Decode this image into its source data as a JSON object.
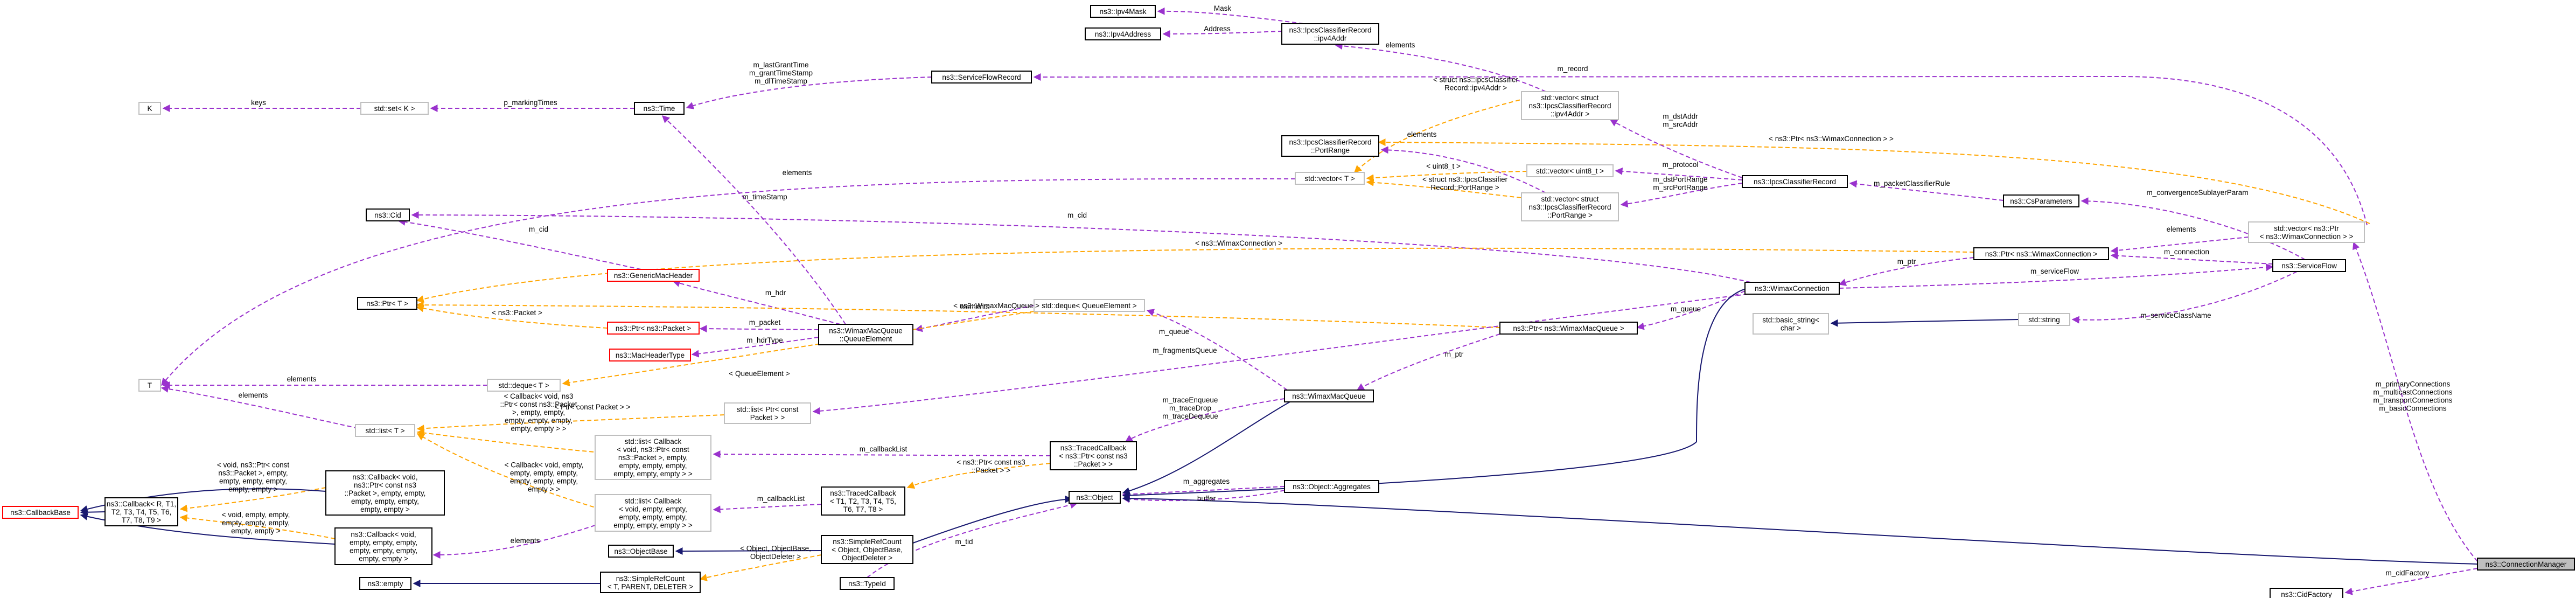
{
  "nodes": {
    "ipv4mask": [
      "ns3::Ipv4Mask"
    ],
    "ipv4address": [
      "ns3::Ipv4Address"
    ],
    "ipcs_ipv4addr": [
      "ns3::IpcsClassifierRecord",
      "::ipv4Addr"
    ],
    "serviceflowrecord": [
      "ns3::ServiceFlowRecord"
    ],
    "time": [
      "ns3::Time"
    ],
    "set_k": [
      "std::set< K >"
    ],
    "k": [
      "K"
    ],
    "vec_ipv4addr": [
      "std::vector< struct",
      "ns3::IpcsClassifierRecord",
      "::ipv4Addr >"
    ],
    "ipcs_portrange": [
      "ns3::IpcsClassifierRecord",
      "::PortRange"
    ],
    "vec_t": [
      "std::vector< T >"
    ],
    "vec_uint8": [
      "std::vector< uint8_t >"
    ],
    "ipcsclassifierrecord": [
      "ns3::IpcsClassifierRecord"
    ],
    "vec_portrange": [
      "std::vector< struct",
      "ns3::IpcsClassifierRecord",
      "::PortRange >"
    ],
    "csparameters": [
      "ns3::CsParameters"
    ],
    "vec_ptr_wimaxconn": [
      "std::vector< ns3::Ptr",
      "< ns3::WimaxConnection > >"
    ],
    "cid": [
      "ns3::Cid"
    ],
    "genericmacheader": [
      "ns3::GenericMacHeader"
    ],
    "ptr_t": [
      "ns3::Ptr< T >"
    ],
    "ptr_packet": [
      "ns3::Ptr< ns3::Packet >"
    ],
    "macheadertype": [
      "ns3::MacHeaderType"
    ],
    "queueelement": [
      "ns3::WimaxMacQueue",
      "::QueueElement"
    ],
    "deque_qe": [
      "std::deque< QueueElement >"
    ],
    "deque_t": [
      "std::deque< T >"
    ],
    "t": [
      "T"
    ],
    "ptr_wimaxconn": [
      "ns3::Ptr< ns3::WimaxConnection >"
    ],
    "serviceflow": [
      "ns3::ServiceFlow"
    ],
    "wimaxconnection": [
      "ns3::WimaxConnection"
    ],
    "basic_string": [
      "std::basic_string<",
      "char >"
    ],
    "string": [
      "std::string"
    ],
    "ptr_wimaxmacqueue": [
      "ns3::Ptr< ns3::WimaxMacQueue >"
    ],
    "list_ptr_packet": [
      "std::list< Ptr< const",
      "Packet > >"
    ],
    "wimaxmacqueue": [
      "ns3::WimaxMacQueue"
    ],
    "list_t": [
      "std::list< T >"
    ],
    "list_callback1": [
      "std::list< Callback",
      "< void, ns3::Ptr< const",
      "ns3::Packet >, empty,",
      "empty, empty, empty,",
      "empty, empty, empty > >"
    ],
    "tracedcallback1": [
      "ns3::TracedCallback",
      "< ns3::Ptr< const ns3",
      "::Packet > >"
    ],
    "callbackbase": [
      "ns3::CallbackBase"
    ],
    "callback_t": [
      "ns3::Callback< R, T1,",
      "T2, T3, T4, T5, T6,",
      "T7, T8, T9 >"
    ],
    "callback_void_pkt": [
      "ns3::Callback< void,",
      "ns3::Ptr< const ns3",
      "::Packet >, empty, empty,",
      "empty, empty, empty,",
      "empty, empty >"
    ],
    "callback_void_empty": [
      "ns3::Callback< void,",
      "empty, empty, empty,",
      "empty, empty, empty,",
      "empty, empty >"
    ],
    "list_callback2": [
      "std::list< Callback",
      "< void, empty, empty,",
      "empty, empty, empty,",
      "empty, empty, empty > >"
    ],
    "tracedcallback2": [
      "ns3::TracedCallback",
      "< T1, T2, T3, T4, T5,",
      "T6, T7, T8 >"
    ],
    "object": [
      "ns3::Object"
    ],
    "objectaggregates": [
      "ns3::Object::Aggregates"
    ],
    "objectbase": [
      "ns3::ObjectBase"
    ],
    "simplerefcount_obj": [
      "ns3::SimpleRefCount",
      "< Object, ObjectBase,",
      "ObjectDeleter >"
    ],
    "empty": [
      "ns3::empty"
    ],
    "simplerefcount_t": [
      "ns3::SimpleRefCount",
      "< T, PARENT, DELETER >"
    ],
    "typeid": [
      "ns3::TypeId"
    ],
    "connectionmanager": [
      "ns3::ConnectionManager"
    ],
    "cidfactory": [
      "ns3::CidFactory"
    ]
  },
  "edge_labels": {
    "mask": [
      "Mask"
    ],
    "address": [
      "Address"
    ],
    "record": [
      "m_record"
    ],
    "elements_ipv4": [
      "elements"
    ],
    "lastgrant": [
      "m_lastGrantTime",
      "m_grantTimeStamp",
      "m_dlTimeStamp"
    ],
    "markingtimes": [
      "p_markingTimes"
    ],
    "keys": [
      "keys"
    ],
    "struct_ipv4": [
      "< struct ns3::IpcsClassifier",
      "Record::ipv4Addr >"
    ],
    "ptr_wc_vec": [
      "< ns3::Ptr< ns3::WimaxConnection > >"
    ],
    "elements_pr": [
      "elements"
    ],
    "dstaddr": [
      "m_dstAddr",
      "m_srcAddr"
    ],
    "uint8": [
      "< uint8_t >"
    ],
    "protocol": [
      "m_protocol"
    ],
    "struct_pr": [
      "< struct ns3::IpcsClassifier",
      "Record::PortRange >"
    ],
    "dstport": [
      "m_dstPortRange",
      "m_srcPortRange"
    ],
    "pktclassifier": [
      "m_packetClassifierRule"
    ],
    "elements_t": [
      "elements"
    ],
    "timestamp": [
      "m_timeStamp"
    ],
    "convergence": [
      "m_convergenceSublayerParam"
    ],
    "cid": [
      "m_cid"
    ],
    "cid2": [
      "m_cid"
    ],
    "elements_conn": [
      "elements"
    ],
    "ptr_wc": [
      "< ns3::WimaxConnection >"
    ],
    "ptr": [
      "m_ptr"
    ],
    "connection": [
      "m_connection"
    ],
    "serviceflow": [
      "m_serviceFlow"
    ],
    "hdr": [
      "m_hdr"
    ],
    "wmq": [
      "< ns3::WimaxMacQueue >"
    ],
    "packet_lbl": [
      "< ns3::Packet >"
    ],
    "queue1": [
      "m_queue"
    ],
    "classname": [
      "m_serviceClassName"
    ],
    "packet": [
      "m_packet"
    ],
    "hdrtype": [
      "m_hdrType"
    ],
    "elements_qe": [
      "elements"
    ],
    "queue2": [
      "m_queue"
    ],
    "ptr2": [
      "m_ptr"
    ],
    "queueelement": [
      "< QueueElement >"
    ],
    "elements_t2": [
      "elements"
    ],
    "fragments": [
      "m_fragmentsQueue"
    ],
    "elements_t3": [
      "elements"
    ],
    "constpacket": [
      "< Ptr< const Packet > >"
    ],
    "traceenq": [
      "m_traceEnqueue",
      "m_traceDrop",
      "m_traceDequeue"
    ],
    "cb_voidpkt": [
      "< Callback< void, ns3",
      "::Ptr< const ns3::Packet",
      ">, empty, empty,",
      "empty, empty, empty,",
      "empty, empty > >"
    ],
    "callbacklist1": [
      "m_callbackList"
    ],
    "cb_void_empty_t": [
      "< void, ns3::Ptr< const",
      "ns3::Packet >, empty,",
      "empty, empty, empty,",
      "empty, empty >"
    ],
    "ptrconstpacket": [
      "< ns3::Ptr< const ns3",
      "::Packet > >"
    ],
    "aggregates": [
      "m_aggregates"
    ],
    "buffer": [
      "buffer"
    ],
    "cb_void_empty2": [
      "< Callback< void, empty,",
      "empty, empty, empty,",
      "empty, empty, empty,",
      "empty > >"
    ],
    "callbacklist2": [
      "m_callbackList"
    ],
    "void_empty": [
      "< void, empty, empty,",
      "empty, empty, empty,",
      "empty, empty >"
    ],
    "elements_cb": [
      "elements"
    ],
    "objbase_tpl": [
      "< Object, ObjectBase,",
      "ObjectDeleter >"
    ],
    "tid": [
      "m_tid"
    ],
    "primaryconns": [
      "m_primaryConnections",
      "m_multicastConnections",
      "m_transportConnections",
      "m_basicConnections"
    ],
    "cidfactory": [
      "m_cidFactory"
    ]
  }
}
